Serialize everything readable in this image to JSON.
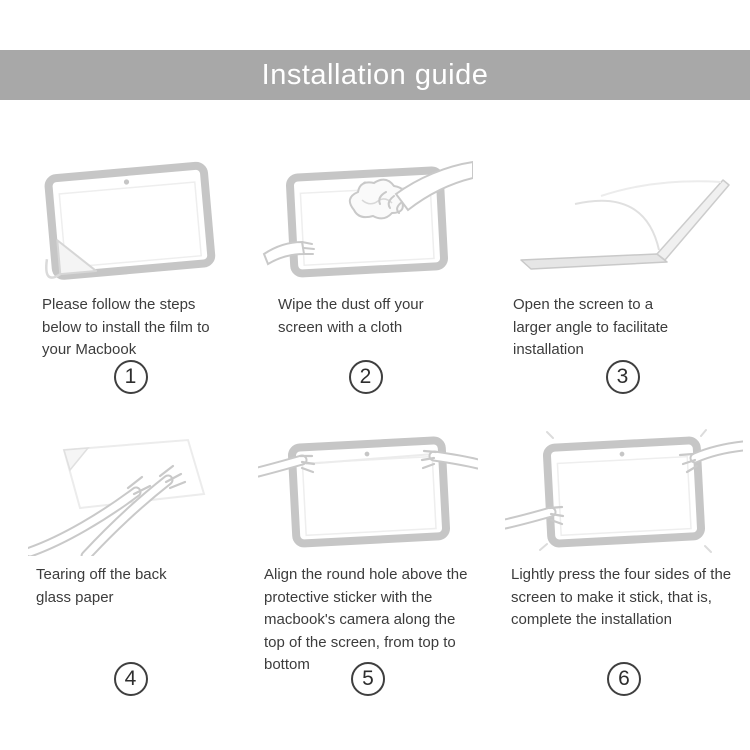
{
  "header": {
    "title": "Installation guide",
    "bar_color": "#a8a8a8",
    "text_color": "#ffffff"
  },
  "steps": [
    {
      "num": "1",
      "caption": "Please follow the steps below to install the film to your Macbook",
      "illustration": "tablet-with-peeling-film-corner"
    },
    {
      "num": "2",
      "caption": "Wipe the dust off your screen with a cloth",
      "illustration": "hand-wiping-screen-with-cloth"
    },
    {
      "num": "3",
      "caption": "Open the screen to a larger angle to facilitate installation",
      "illustration": "laptop-opened-to-wide-angle"
    },
    {
      "num": "4",
      "caption": "Tearing off the back glass paper",
      "illustration": "hands-tearing-off-backing-paper"
    },
    {
      "num": "5",
      "caption": "Align the round hole above the protective sticker with the macbook's camera along the top of the screen, from top to bottom",
      "illustration": "hands-aligning-film-with-camera-hole"
    },
    {
      "num": "6",
      "caption": "Lightly press the four sides of the screen to make it stick, that is, complete the installation",
      "illustration": "hands-pressing-screen-edges"
    }
  ]
}
